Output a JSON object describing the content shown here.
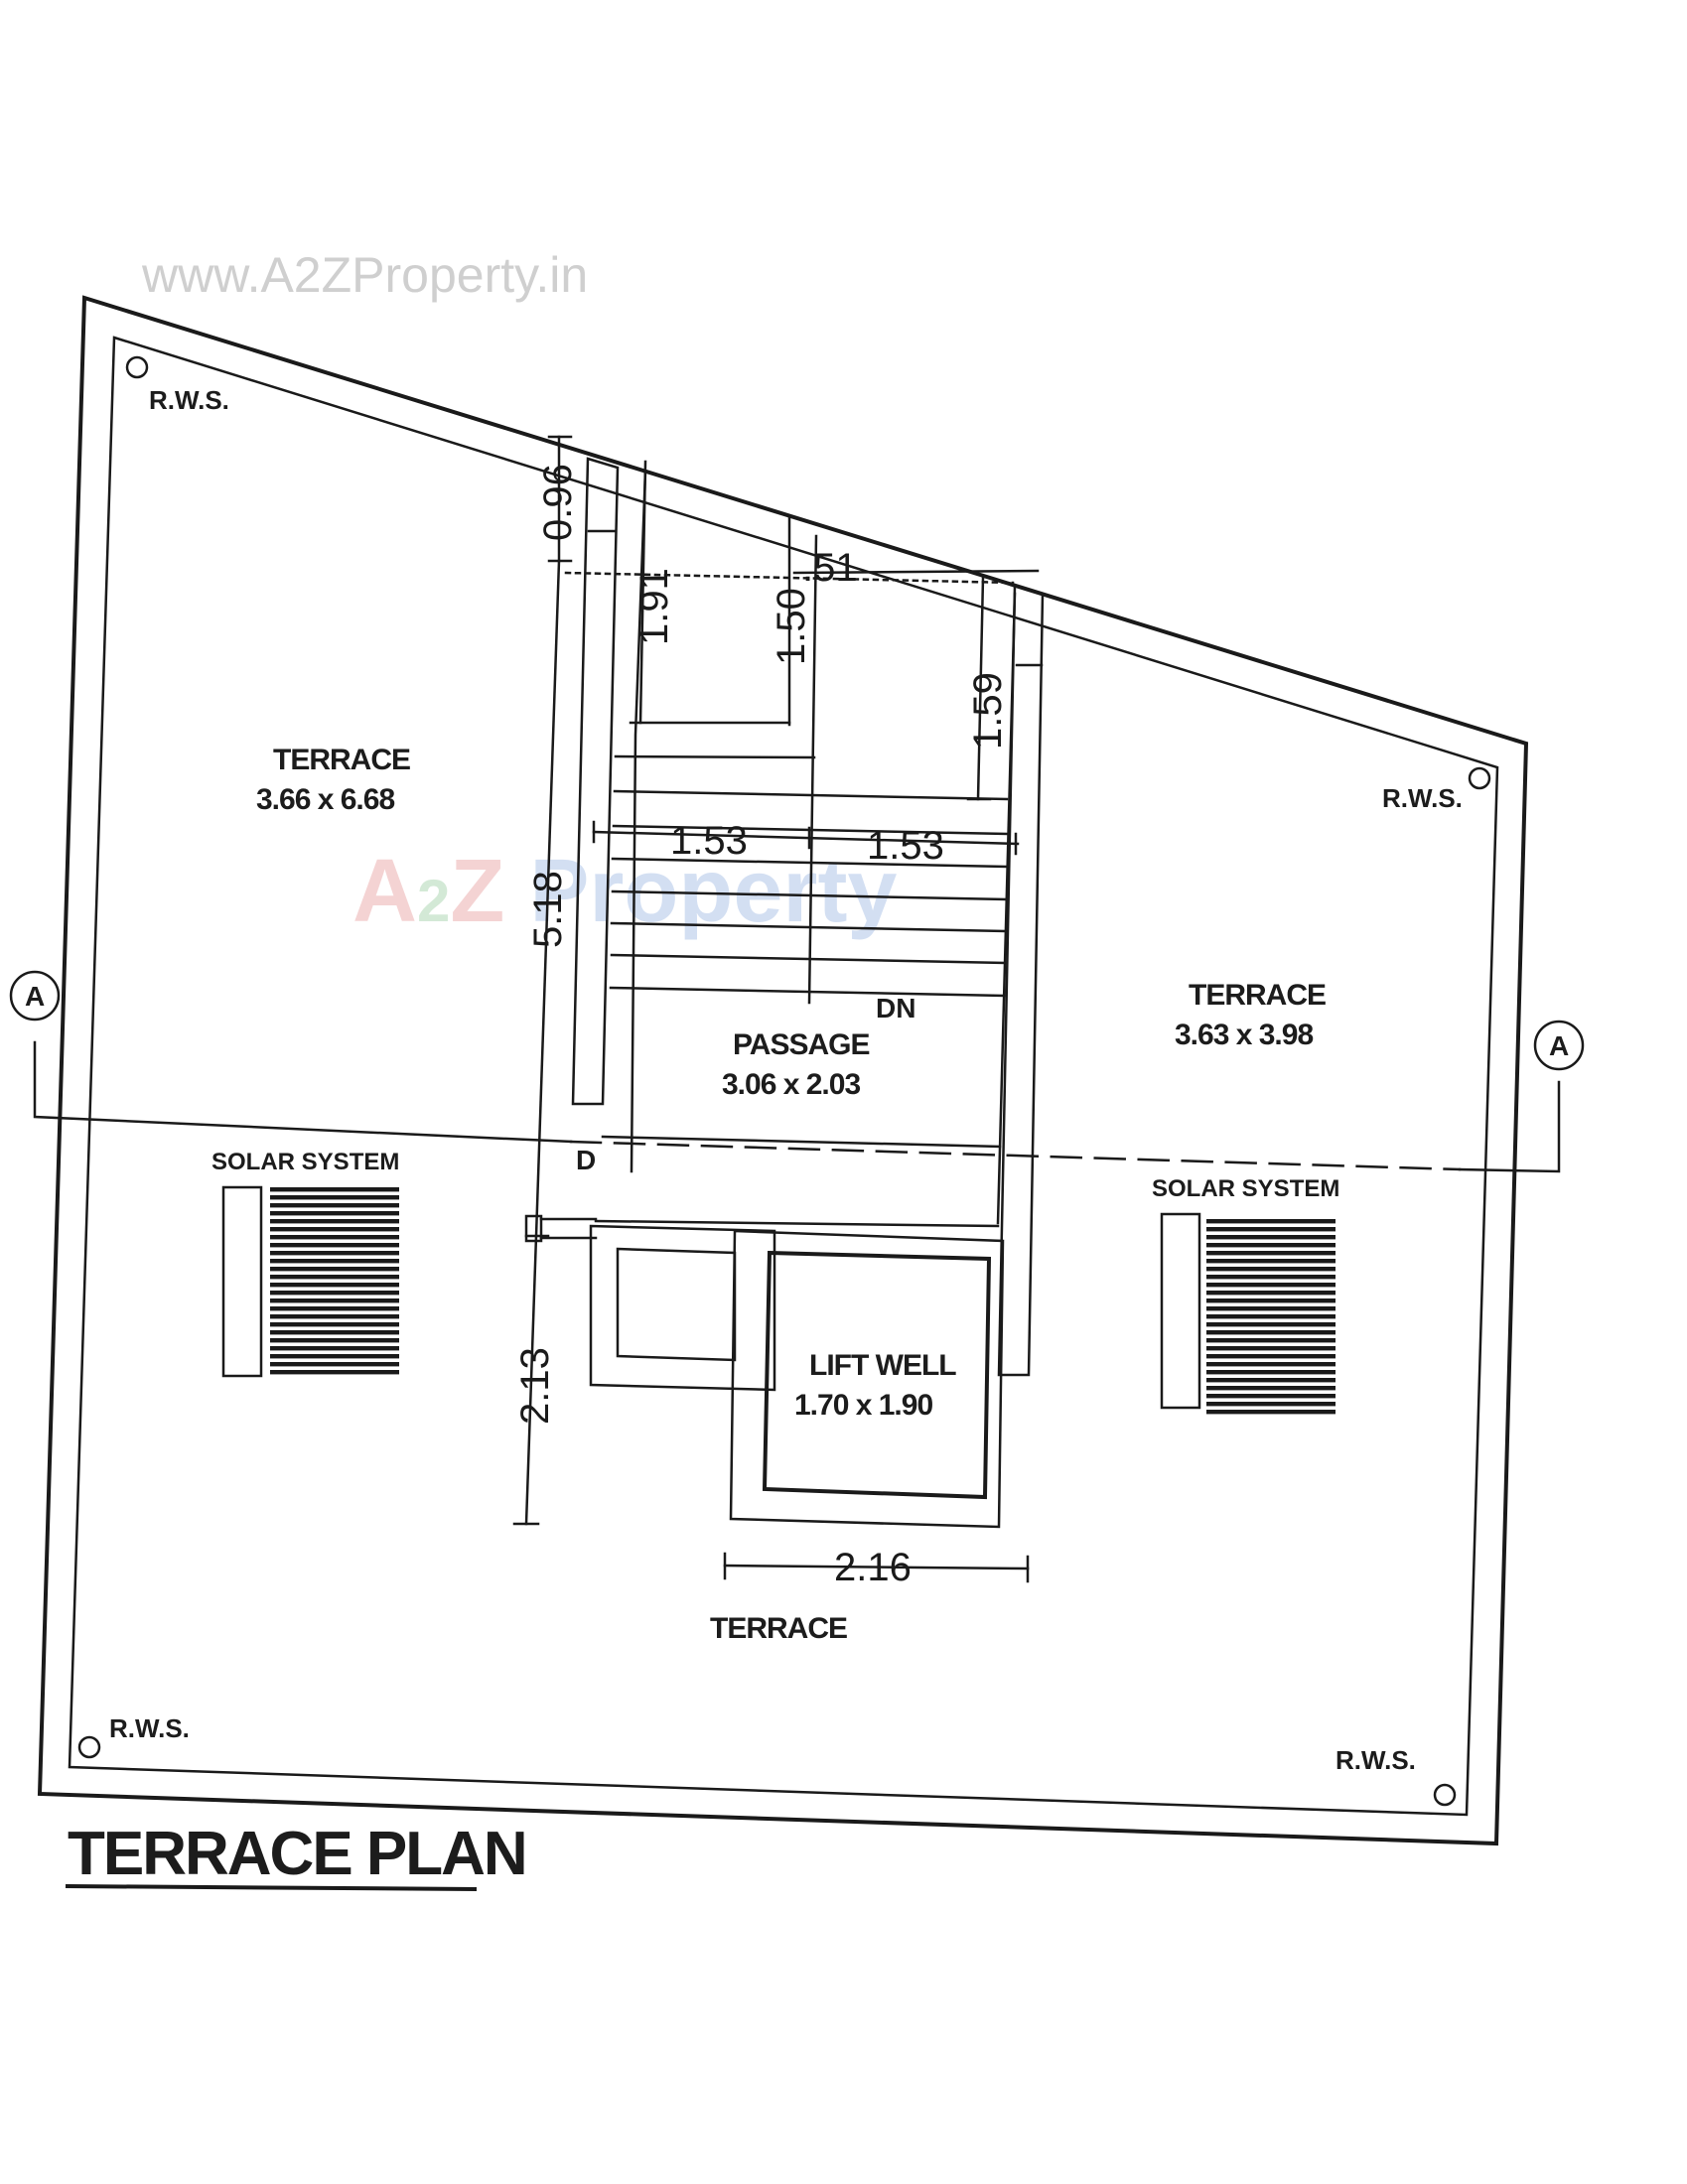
{
  "watermark": {
    "url": "www.A2ZProperty.in",
    "logo_a": "A",
    "logo_2": "2",
    "logo_z": "Z ",
    "logo_p": "Property",
    "colors": {
      "red": "#d23c3c",
      "green": "#3da04a",
      "blue": "#3a70c8"
    }
  },
  "rooms": {
    "terrace_left": {
      "name": "TERRACE",
      "size": "3.66 x 6.68"
    },
    "terrace_right": {
      "name": "TERRACE",
      "size": "3.63 x 3.98"
    },
    "passage": {
      "name": "PASSAGE",
      "size": "3.06 x 2.03"
    },
    "lift_well": {
      "name": "LIFT WELL",
      "size": "1.70 x 1.90"
    },
    "terrace_bottom": {
      "name": "TERRACE"
    }
  },
  "labels": {
    "rws": "R.W.S.",
    "solar_left": "SOLAR SYSTEM",
    "solar_right": "SOLAR SYSTEM",
    "dn": "DN",
    "door": "D",
    "section_left": "A",
    "section_right": "A"
  },
  "dimensions": {
    "d096": "0.96",
    "d191": "1.91",
    "d150": "1.50",
    "d51": ".51",
    "d159": "1.59",
    "d153a": "1.53",
    "d153b": "1.53",
    "d518": "5.18",
    "d213": "2.13",
    "d216": "2.16"
  },
  "title": "TERRACE PLAN",
  "colors": {
    "ink": "#1a1a1a",
    "paper": "#ffffff"
  }
}
